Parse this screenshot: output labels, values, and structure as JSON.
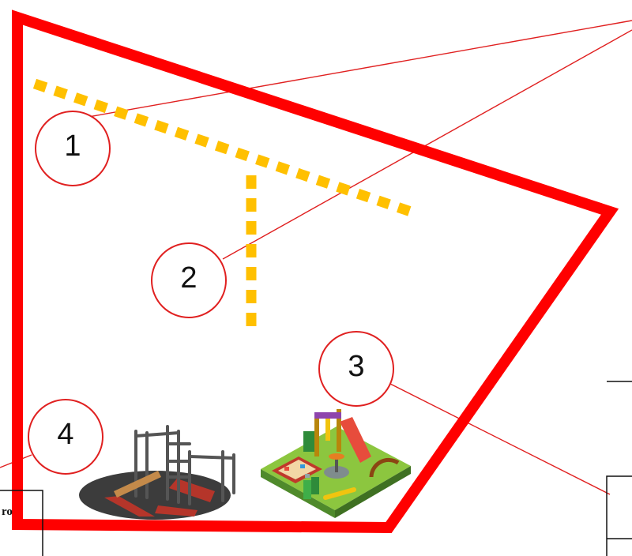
{
  "colors": {
    "boundary": "#FF0000",
    "dashed_path": "#FFC000",
    "callout_line": "#E02020",
    "callout_circle": "#E02020",
    "text": "#111111"
  },
  "callouts": [
    {
      "label": "1",
      "target": "dashed-path"
    },
    {
      "label": "2",
      "target": "dashed-path"
    },
    {
      "label": "3",
      "target": "playground-area"
    },
    {
      "label": "4",
      "target": "workout-area"
    }
  ],
  "illustrations": [
    {
      "name": "workout-equipment-icon",
      "label": "4"
    },
    {
      "name": "kids-playground-icon",
      "label": "3"
    }
  ],
  "edge_fragment": "ro"
}
